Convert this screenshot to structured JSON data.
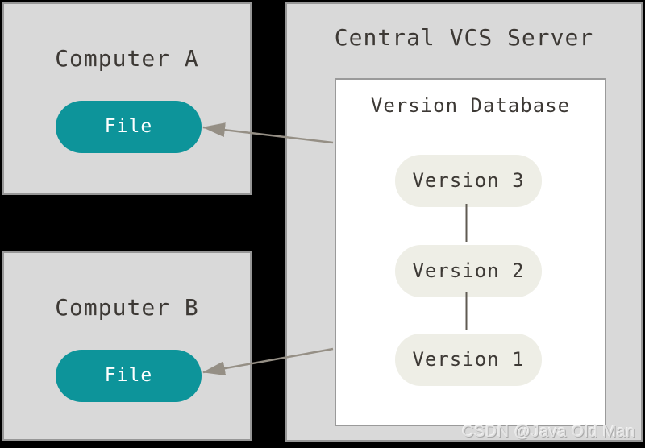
{
  "diagram": {
    "computers": [
      {
        "title": "Computer A",
        "file_label": "File"
      },
      {
        "title": "Computer B",
        "file_label": "File"
      }
    ],
    "server": {
      "title": "Central VCS Server",
      "version_database": {
        "title": "Version Database",
        "versions": [
          "Version 3",
          "Version 2",
          "Version 1"
        ]
      }
    },
    "icons": {
      "arrow_to_computer_a": "left-arrow-icon",
      "arrow_to_computer_b": "left-arrow-icon"
    },
    "watermark": "CSDN @Java Old Man"
  },
  "colors": {
    "background": "#000000",
    "panel_fill": "#d9d9d9",
    "panel_border": "#979797",
    "version_database_fill": "#ffffff",
    "file_pill": "#0d949a",
    "version_pill": "#eeeee6",
    "text": "#3d3935",
    "arrow": "#958f85",
    "connector": "#5f5a52",
    "watermark_text": "#e2e2e2"
  }
}
